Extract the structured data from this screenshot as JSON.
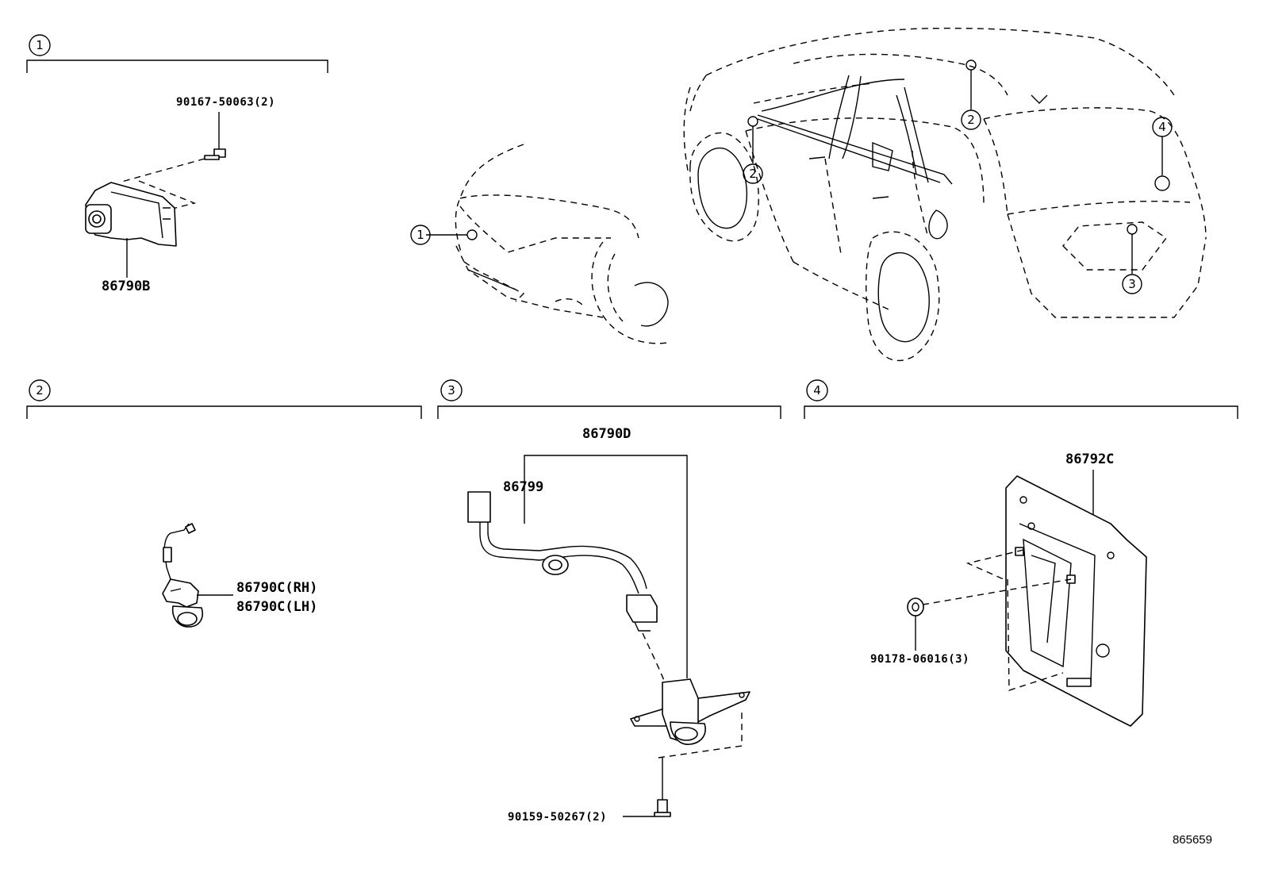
{
  "sections": [
    {
      "num": "1"
    },
    {
      "num": "2"
    },
    {
      "num": "3"
    },
    {
      "num": "4"
    }
  ],
  "car_callouts": {
    "front": "1",
    "mirror_left": "2",
    "mirror_right": "2",
    "rear_lower": "3",
    "rear_upper": "4"
  },
  "parts": {
    "s1_bolt": "90167-50063(2)",
    "s1_camera": "86790B",
    "s2_camera_rh": "86790C(RH)",
    "s2_camera_lh": "86790C(LH)",
    "s3_assy": "86790D",
    "s3_harness": "86799",
    "s3_screw": "90159-50267(2)",
    "s4_ecu": "86792C",
    "s4_nut": "90178-06016(3)"
  },
  "diagram_ref": "865659"
}
